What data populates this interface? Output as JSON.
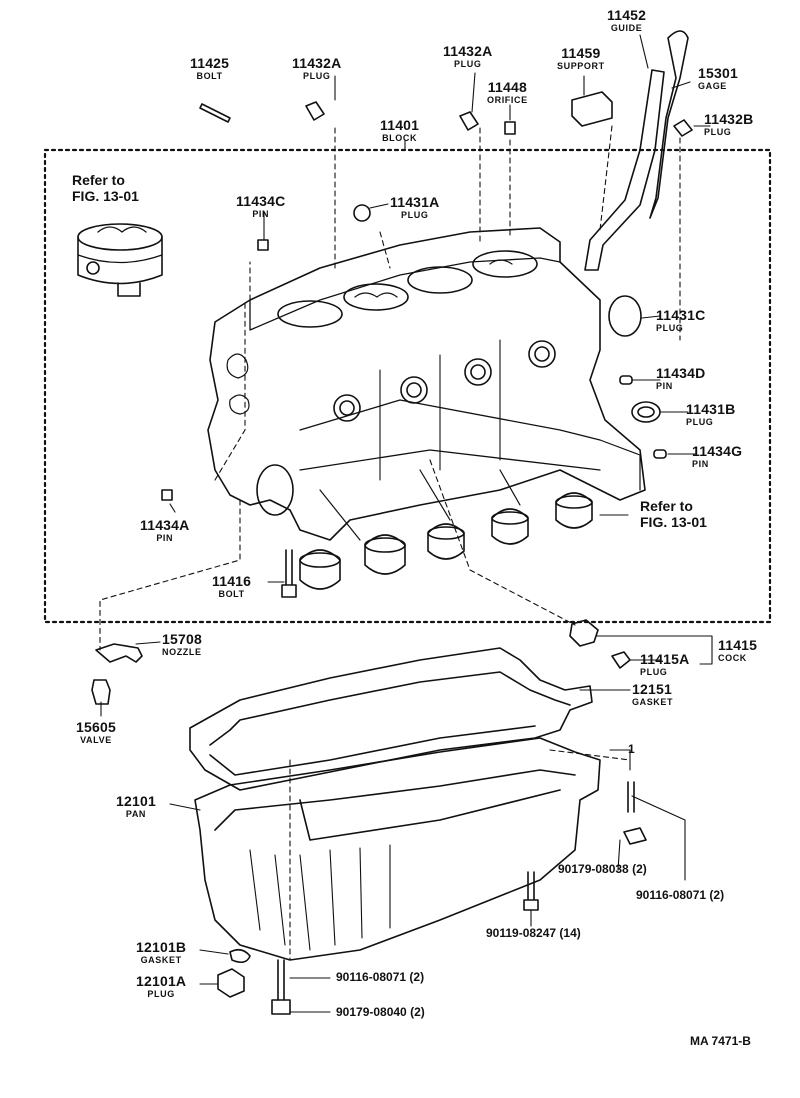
{
  "labels": {
    "p11425": {
      "num": "11425",
      "sub": "BOLT"
    },
    "p11432a_1": {
      "num": "11432A",
      "sub": "PLUG"
    },
    "p11432a_2": {
      "num": "11432A",
      "sub": "PLUG"
    },
    "p11448": {
      "num": "11448",
      "sub": "ORIFICE"
    },
    "p11459": {
      "num": "11459",
      "sub": "SUPPORT"
    },
    "p11452": {
      "num": "11452",
      "sub": "GUIDE"
    },
    "p15301": {
      "num": "15301",
      "sub": "GAGE"
    },
    "p11432b": {
      "num": "11432B",
      "sub": "PLUG"
    },
    "p11401": {
      "num": "11401",
      "sub": "BLOCK"
    },
    "p11434c": {
      "num": "11434C",
      "sub": "PIN"
    },
    "p11431a": {
      "num": "11431A",
      "sub": "PLUG"
    },
    "p11431c": {
      "num": "11431C",
      "sub": "PLUG"
    },
    "p11434d": {
      "num": "11434D",
      "sub": "PIN"
    },
    "p11431b": {
      "num": "11431B",
      "sub": "PLUG"
    },
    "p11434g": {
      "num": "11434G",
      "sub": "PIN"
    },
    "p11434a": {
      "num": "11434A",
      "sub": "PIN"
    },
    "p11416": {
      "num": "11416",
      "sub": "BOLT"
    },
    "p15708": {
      "num": "15708",
      "sub": "NOZZLE"
    },
    "p15605": {
      "num": "15605",
      "sub": "VALVE"
    },
    "p11415a": {
      "num": "11415A",
      "sub": "PLUG"
    },
    "p11415": {
      "num": "11415",
      "sub": "COCK"
    },
    "p12151": {
      "num": "12151",
      "sub": "GASKET"
    },
    "p12101": {
      "num": "12101",
      "sub": "PAN"
    },
    "p12101b": {
      "num": "12101B",
      "sub": "GASKET"
    },
    "p12101a": {
      "num": "12101A",
      "sub": "PLUG"
    }
  },
  "refs": {
    "ref_piston": {
      "line1": "Refer to",
      "line2": "FIG. 13-01"
    },
    "ref_bearing": {
      "line1": "Refer to",
      "line2": "FIG. 13-01"
    }
  },
  "singles": {
    "s90179_08038": "90179-08038 (2)",
    "s90116_08071_r": "90116-08071 (2)",
    "s90119_08247": "90119-08247 (14)",
    "s90116_08071_l": "90116-08071 (2)",
    "s90179_08040": "90179-08040 (2)",
    "s_one": "1"
  },
  "footer": "MA 7471-B"
}
